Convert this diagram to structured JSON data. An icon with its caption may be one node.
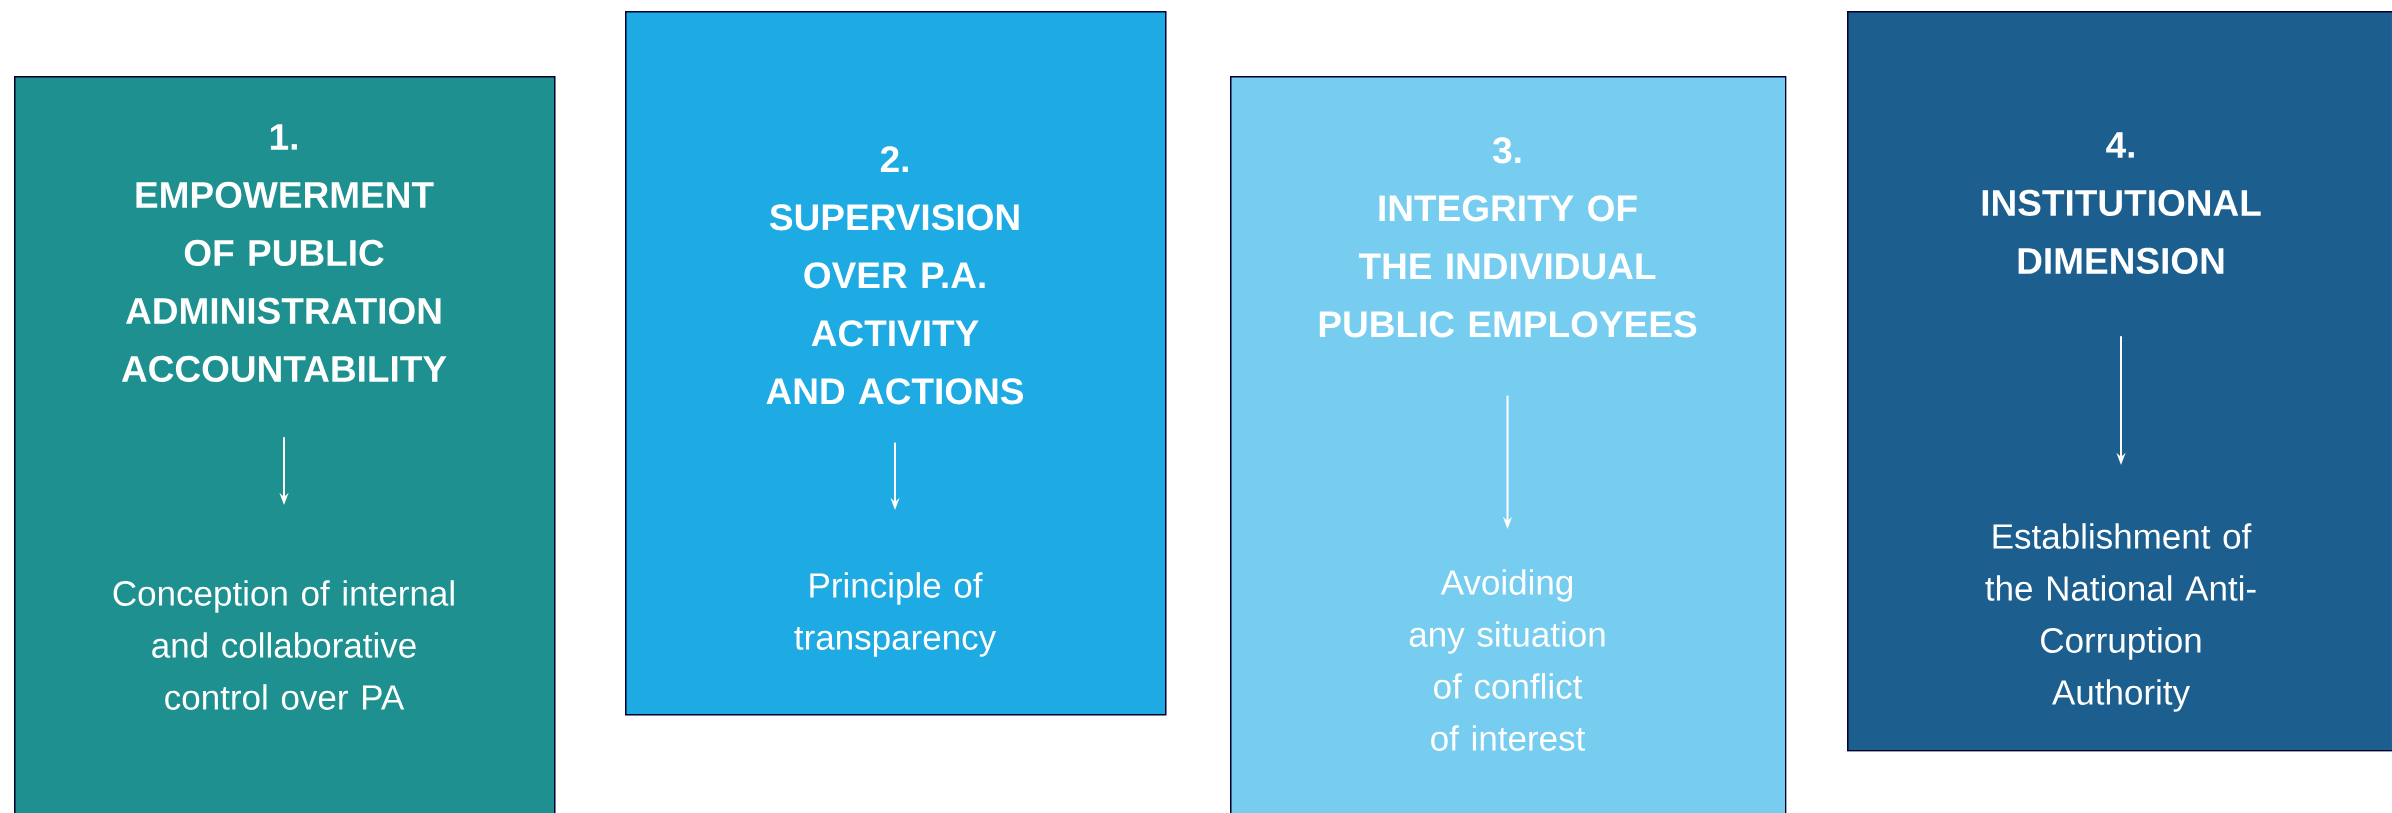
{
  "diagram": {
    "nodes": [
      {
        "text": [],
        "shape": "box"
      },
      {
        "text": [
          "1.",
          "EMPOWERMENT OF PUBLIC ADMINISTRATION ACCOUNTABILITY"
        ],
        "in": 0
      },
      {
        "text": [
          "Conception of internal and collaborative control over PA"
        ],
        "in": 0
      },
      {
        "text": [],
        "shape": "box"
      },
      {
        "text": [
          "2.",
          "SUPERVISION OVER P.A. ACTIVITY AND ACTIONS"
        ],
        "in": 3
      },
      {
        "text": [
          "Principle of transparency"
        ],
        "in": 3
      },
      {
        "text": [],
        "shape": "box"
      },
      {
        "text": [
          "3.",
          "INTEGRITY OF THE INDIVIDUAL PUBLIC EMPLOYEES"
        ],
        "in": 6
      },
      {
        "text": [
          "Avoiding any situation of conflict of interest"
        ],
        "in": 6
      },
      {
        "text": [],
        "shape": "box"
      },
      {
        "text": [
          "4.",
          "INSTITUTIONAL DIMENSION"
        ],
        "in": 9
      },
      {
        "text": [
          "Establishment of the National Anti-Corruption Authority"
        ],
        "in": 9
      }
    ],
    "edges": [
      {
        "from": 1,
        "to": 2,
        "arrow": "to"
      },
      {
        "from": 4,
        "to": 5,
        "arrow": "to"
      },
      {
        "from": 7,
        "to": 8,
        "arrow": "to"
      },
      {
        "from": 10,
        "to": 11,
        "arrow": "to"
      }
    ]
  }
}
